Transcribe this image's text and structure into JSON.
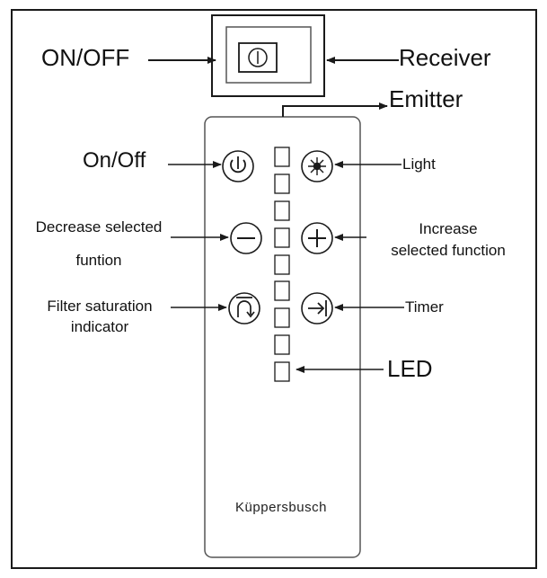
{
  "labels": {
    "on_off_top": "ON/OFF",
    "receiver": "Receiver",
    "emitter": "Emitter",
    "on_off": "On/Off",
    "light": "Light",
    "decrease": [
      "Decrease selected",
      "funtion"
    ],
    "increase": [
      "Increase",
      "selected function"
    ],
    "filter": [
      "Filter saturation",
      "indicator"
    ],
    "timer": "Timer",
    "led": "LED"
  },
  "brand": "Küppersbusch",
  "icons": {
    "power": "power-icon",
    "light": "light-icon",
    "minus": "minus-icon",
    "plus": "plus-icon",
    "filter": "filter-reset-icon",
    "timer": "timer-icon",
    "receiver_switch": "power-icon"
  },
  "led_count": 9,
  "colors": {
    "line": "#1a1a1a",
    "remote_border": "#555555",
    "background": "#ffffff"
  }
}
